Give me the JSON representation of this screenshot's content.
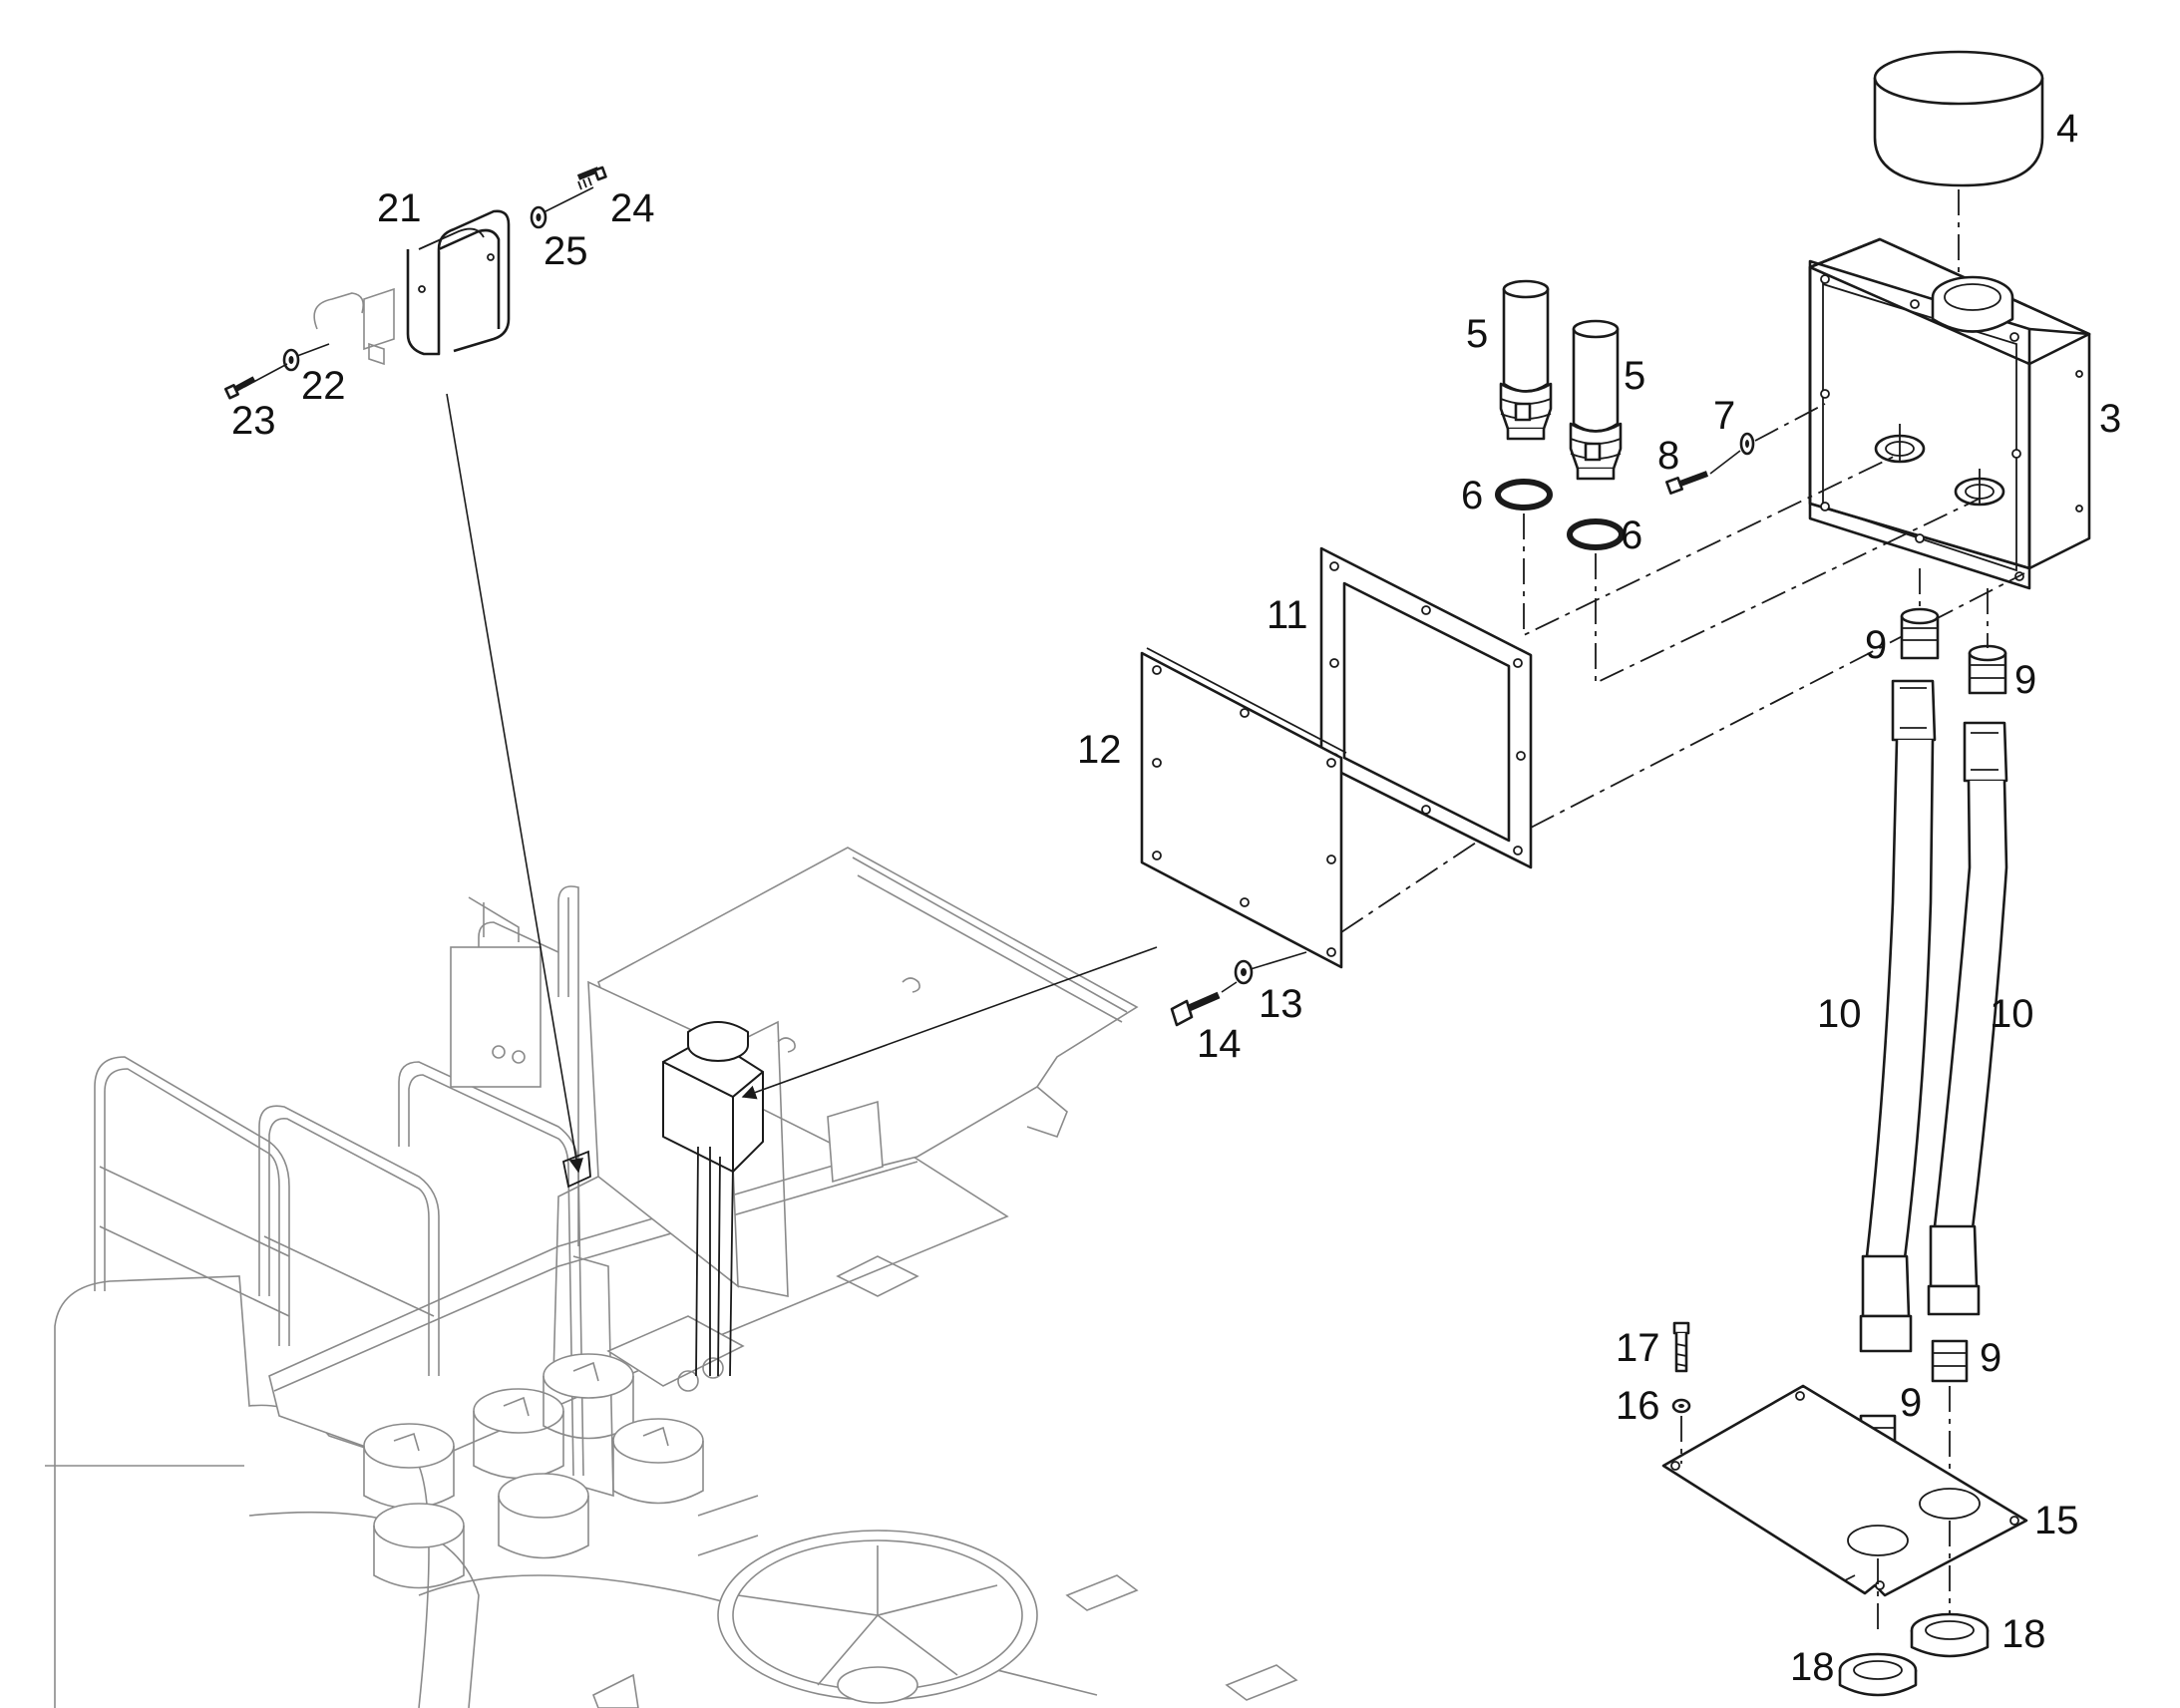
{
  "diagram": {
    "callouts": {
      "p3": "3",
      "p4": "4",
      "p5a": "5",
      "p5b": "5",
      "p6a": "6",
      "p6b": "6",
      "p7": "7",
      "p8": "8",
      "p9a": "9",
      "p9b": "9",
      "p9c": "9",
      "p9d": "9",
      "p10a": "10",
      "p10b": "10",
      "p11": "11",
      "p12": "12",
      "p13": "13",
      "p14": "14",
      "p15": "15",
      "p16": "16",
      "p17": "17",
      "p18a": "18",
      "p18b": "18",
      "p21": "21",
      "p22": "22",
      "p23": "23",
      "p24": "24",
      "p25": "25"
    }
  }
}
